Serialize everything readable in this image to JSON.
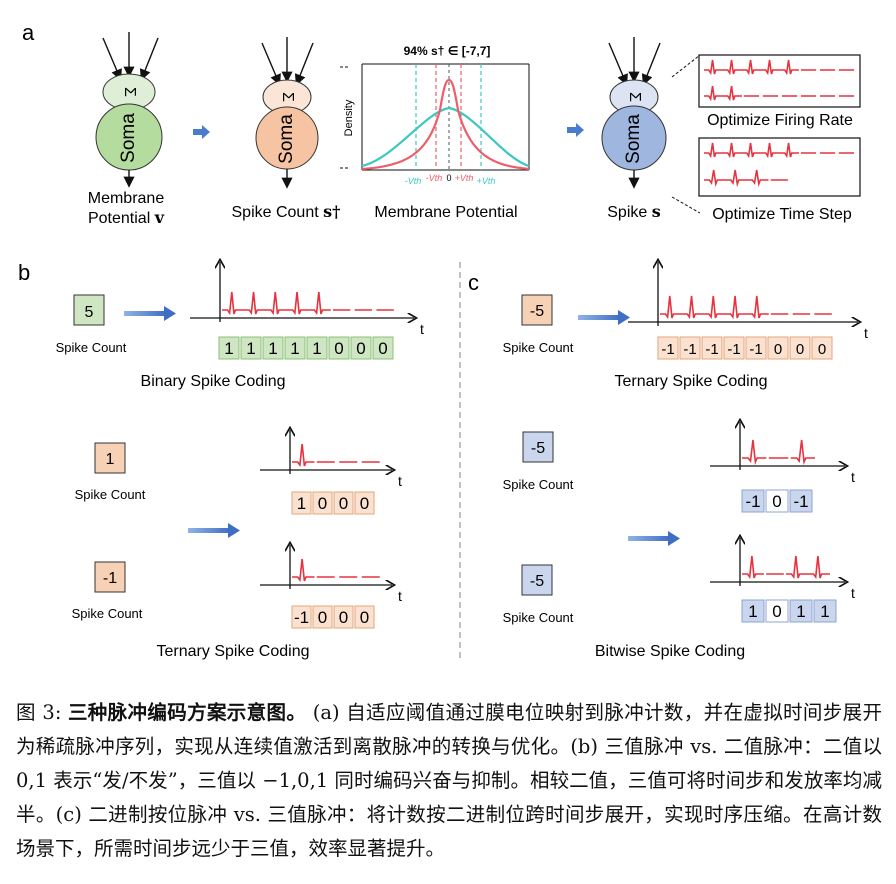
{
  "panels": {
    "a": {
      "label": "a",
      "neuron1": {
        "sigma": "Σ",
        "soma": "Soma",
        "caption_line1": "Membrane",
        "caption_line2": "Potential ",
        "caption_sym": "v"
      },
      "neuron2": {
        "sigma": "Σ",
        "soma": "Soma",
        "caption": "Spike Count ",
        "caption_sym": "s†"
      },
      "density_plot": {
        "title": "94% s† ∈ [-7,7]",
        "ylabel": "Density",
        "xlabel": "Membrane Potential",
        "tick_labels": [
          "-Vth",
          "-Vth",
          "0",
          "+Vth",
          "+Vth"
        ]
      },
      "neuron3": {
        "sigma": "Σ",
        "soma": "Soma",
        "caption": "Spike ",
        "caption_sym": "s"
      },
      "optimize_rate": "Optimize Firing Rate",
      "optimize_step": "Optimize Time Step"
    },
    "b": {
      "label": "b",
      "top": {
        "count_value": "5",
        "count_label": "Spike Count",
        "axis_label": "t",
        "bits": [
          "1",
          "1",
          "1",
          "1",
          "1",
          "0",
          "0",
          "0"
        ],
        "title": "Binary Spike Coding"
      },
      "mid": {
        "count_value": "1",
        "count_label": "Spike Count",
        "axis_label": "t",
        "bits": [
          "1",
          "0",
          "0",
          "0"
        ]
      },
      "bottom": {
        "count_value": "-1",
        "count_label": "Spike Count",
        "axis_label": "t",
        "bits": [
          "-1",
          "0",
          "0",
          "0"
        ],
        "title": "Ternary Spike Coding"
      }
    },
    "c": {
      "label": "c",
      "top": {
        "count_value": "-5",
        "count_label": "Spike Count",
        "axis_label": "t",
        "bits": [
          "-1",
          "-1",
          "-1",
          "-1",
          "-1",
          "0",
          "0",
          "0"
        ],
        "title": "Ternary Spike Coding"
      },
      "mid": {
        "count_value": "-5",
        "count_label": "Spike Count",
        "axis_label": "t",
        "bits": [
          "-1",
          "0",
          "-1"
        ]
      },
      "bottom": {
        "count_value": "-5",
        "count_label": "Spike Count",
        "axis_label": "t",
        "bits": [
          "1",
          "0",
          "1",
          "1"
        ],
        "title": "Bitwise Spike Coding"
      }
    }
  },
  "colors": {
    "green_fill": "#cfe6c3",
    "green_stroke": "#8cbf7a",
    "orange_fill": "#f7d1b6",
    "orange_stroke": "#e6a57c",
    "blue_fill": "#c9d6ee",
    "blue_stroke": "#8fa6d2",
    "spike_red": "#e53340",
    "arrow_blue": "#4a7ccc",
    "teal_curve": "#3cc7c0",
    "red_curve": "#ef5d6b"
  },
  "caption": {
    "prefix": "图 3: ",
    "title": "三种脉冲编码方案示意图。",
    "body": " (a) 自适应阈值通过膜电位映射到脉冲计数，并在虚拟时间步展开为稀疏脉冲序列，实现从连续值激活到离散脉冲的转换与优化。(b) 三值脉冲 vs. 二值脉冲：二值以 0,1 表示“发/不发”，三值以 −1,0,1 同时编码兴奋与抑制。相较二值，三值可将时间步和发放率均减半。(c) 二进制按位脉冲 vs. 三值脉冲：将计数按二进制位跨时间步展开，实现时序压缩。在高计数场景下，所需时间步远少于三值，效率显著提升。"
  }
}
